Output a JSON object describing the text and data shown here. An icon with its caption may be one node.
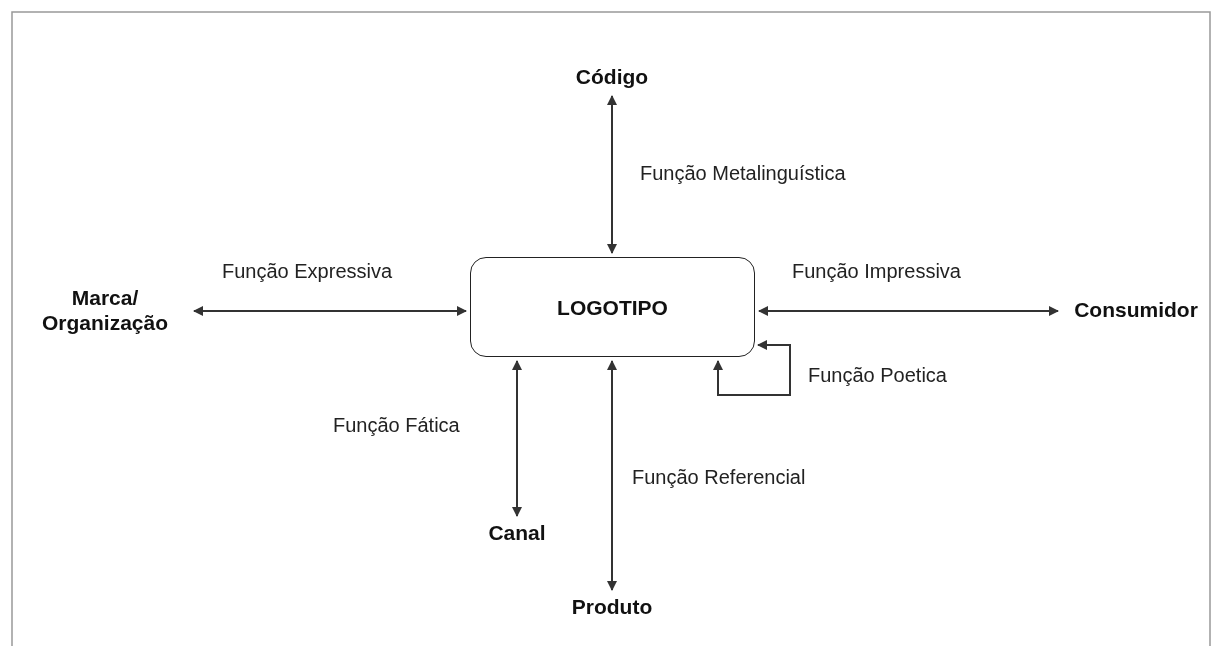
{
  "diagram": {
    "nodes": [
      {
        "text": [
          "Código"
        ]
      },
      {
        "text": [
          "Marca/ Organização"
        ]
      },
      {
        "text": [
          "LOGOTIPO"
        ]
      },
      {
        "text": [
          "Consumidor"
        ]
      },
      {
        "text": [
          "Canal"
        ]
      },
      {
        "text": [
          "Produto"
        ]
      }
    ],
    "edges": [
      {
        "from": 0,
        "to": 2,
        "arrow": "both",
        "label": "Função Metalinguística"
      },
      {
        "from": 1,
        "to": 2,
        "arrow": "both",
        "label": "Função Expressiva"
      },
      {
        "from": 2,
        "to": 3,
        "arrow": "both",
        "label": "Função Impressiva"
      },
      {
        "from": 2,
        "to": 2,
        "arrow": "both",
        "label": "Função Poetica"
      },
      {
        "from": 2,
        "to": 4,
        "arrow": "both",
        "label": "Função Fática"
      },
      {
        "from": 2,
        "to": 5,
        "arrow": "both",
        "label": "Função Referencial"
      }
    ]
  }
}
